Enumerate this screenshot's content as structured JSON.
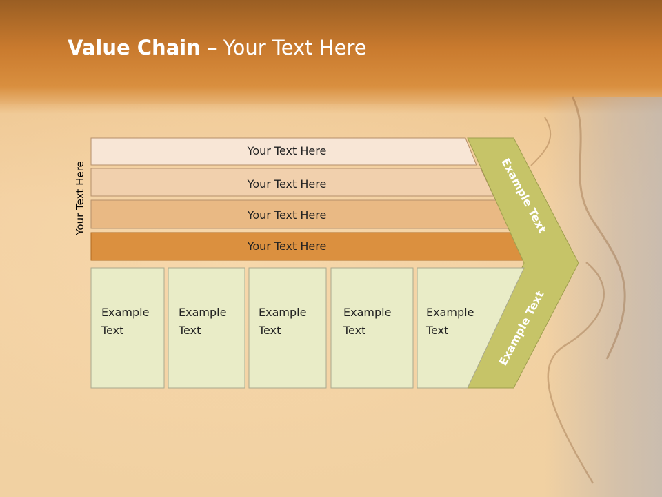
{
  "title": {
    "bold": "Value Chain",
    "rest": " – Your Text Here"
  },
  "side_label": "Your Text Here",
  "bars": [
    {
      "label": "Your Text Here",
      "color": "#f8e6d6"
    },
    {
      "label": "Your Text Here",
      "color": "#f1d0ad"
    },
    {
      "label": "Your Text Here",
      "color": "#e9b984"
    },
    {
      "label": "Your Text Here",
      "color": "#db903f"
    }
  ],
  "columns": [
    {
      "line1": "Example",
      "line2": "Text"
    },
    {
      "line1": "Example",
      "line2": "Text"
    },
    {
      "line1": "Example",
      "line2": "Text"
    },
    {
      "line1": "Example",
      "line2": "Text"
    },
    {
      "line1": "Example",
      "line2": "Text"
    }
  ],
  "chevron": {
    "upper_label": "Example Text",
    "lower_label": "Example Text",
    "color": "#c6c468"
  },
  "colors": {
    "column_fill": "#e9ecc7",
    "column_border": "#a9a98e",
    "title": "#ffffff"
  }
}
